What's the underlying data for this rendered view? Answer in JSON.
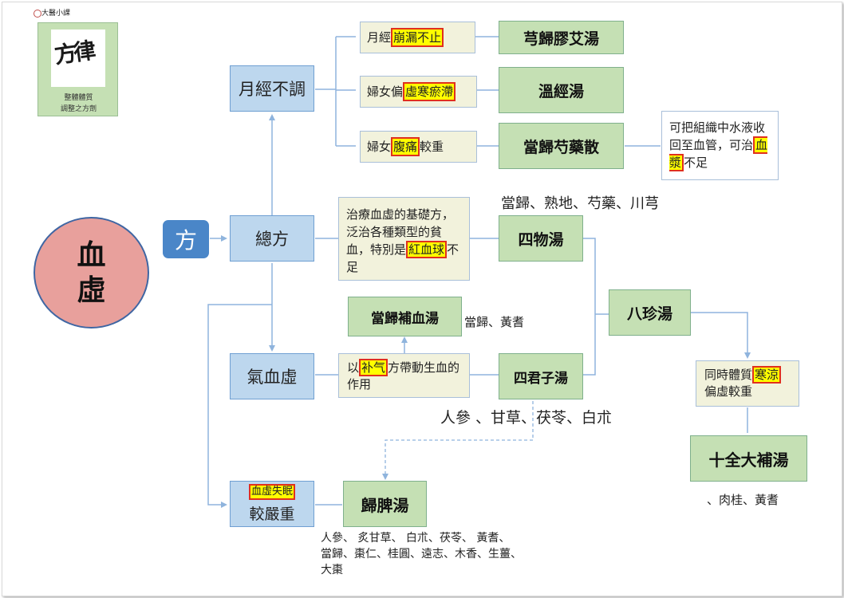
{
  "logo": {
    "top_text": "大醫小課",
    "calligraphy": "方律",
    "caption_line1": "整體體質",
    "caption_line2": "調整之方劑"
  },
  "main": {
    "circle_label": "血虛",
    "fang_label": "方"
  },
  "nodes": {
    "yuejing_butiao": "月經不調",
    "zongfang": "總方",
    "qixuexu": "氣血虛",
    "jiaoyanzhong_hl": "血虛失眠",
    "jiaoyanzhong": "較嚴重"
  },
  "notes": {
    "beng_pre": "月經",
    "beng_hl": "崩漏不止",
    "xuhan_pre": "婦女偏",
    "xuhan_hl": "虛寒瘀滯",
    "futong_pre": "婦女",
    "futong_hl": "腹痛",
    "futong_post": "較重",
    "shuiye_text": "可把組織中水液收回至血管，可治",
    "shuiye_hl": "血漿",
    "shuiye_post": "不足",
    "basic_text": "治療血虛的基礎方，泛治各種類型的貧血，特別是",
    "basic_hl": "紅血球",
    "basic_post": "不足",
    "buqi_pre": "以",
    "buqi_hl": "补气",
    "buqi_post": "方帶動生血的作用",
    "hanliang_pre": "同時體質",
    "hanliang_hl": "寒涼",
    "hanliang_post": "偏虛較重"
  },
  "formulas": {
    "xiongguijiao": "芎歸膠艾湯",
    "wenjing": "溫經湯",
    "dangguishaoyao": "當歸芍藥散",
    "siwu": "四物湯",
    "dangguibuxue": "當歸補血湯",
    "sijunzi": "四君子湯",
    "bazhen": "八珍湯",
    "shiquan": "十全大補湯",
    "guipi": "歸脾湯"
  },
  "ingredients": {
    "siwu": "當歸、熟地、芍藥、川芎",
    "dangguibuxue": "當歸、黃耆",
    "sijunzi": "人參 、甘草、茯苓、白朮",
    "shiquan": "、肉桂、黃耆",
    "guipi_line1": "人參、 炙甘草、 白朮、茯苓、 黃耆、",
    "guipi_line2": "當歸、棗仁、桂圓、遠志、木香、生薑、",
    "guipi_line3": "大棗"
  },
  "colors": {
    "circle_fill": "#e8a09c",
    "circle_border": "#3f66a3",
    "fang_fill": "#4a86c8",
    "blue_box": "#bdd7ee",
    "green_box": "#c5e0b4",
    "note_box": "#f2f2dc",
    "highlight": "#ffff00",
    "highlight_border": "#e0301e",
    "connector": "#8fb4dd"
  }
}
